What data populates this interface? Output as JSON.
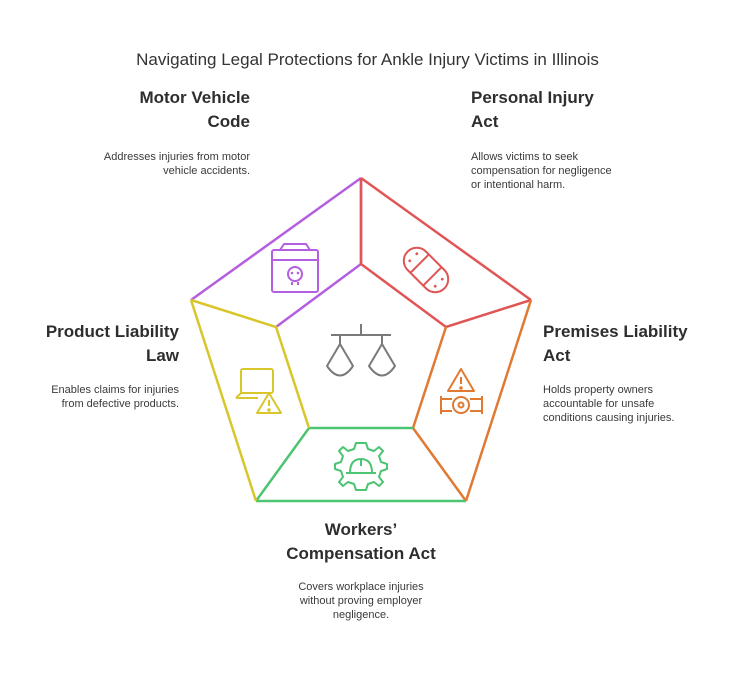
{
  "title": "Navigating Legal Protections for Ankle Injury Victims in Illinois",
  "sections": {
    "motor_vehicle": {
      "heading_line1": "Motor Vehicle",
      "heading_line2": "Code",
      "desc_line1": "Addresses injuries from motor",
      "desc_line2": "vehicle accidents.",
      "color": "#b45ee0",
      "icon": "hazard-box-icon"
    },
    "personal_injury": {
      "heading_line1": "Personal Injury",
      "heading_line2": "Act",
      "desc_line1": "Allows victims to seek",
      "desc_line2": "compensation for negligence",
      "desc_line3": "or intentional harm.",
      "color": "#e05555",
      "icon": "bandage-icon"
    },
    "premises_liability": {
      "heading_line1": "Premises Liability",
      "heading_line2": "Act",
      "desc_line1": "Holds property owners",
      "desc_line2": "accountable for unsafe",
      "desc_line3": "conditions causing injuries.",
      "color": "#e07a33",
      "icon": "warning-pipe-icon"
    },
    "workers_comp": {
      "heading_line1": "Workers’",
      "heading_line2": "Compensation Act",
      "desc_line1": "Covers workplace injuries",
      "desc_line2": "without proving employer",
      "desc_line3": "negligence.",
      "color": "#4cc472",
      "icon": "gear-hardhat-icon"
    },
    "product_liability": {
      "heading_line1": "Product Liability",
      "heading_line2": "Law",
      "desc_line1": "Enables claims for injuries",
      "desc_line2": "from defective products.",
      "color": "#d8c62a",
      "icon": "laptop-warning-icon"
    }
  },
  "center_icon": "scales-icon",
  "center_color": "#7a7a7a"
}
